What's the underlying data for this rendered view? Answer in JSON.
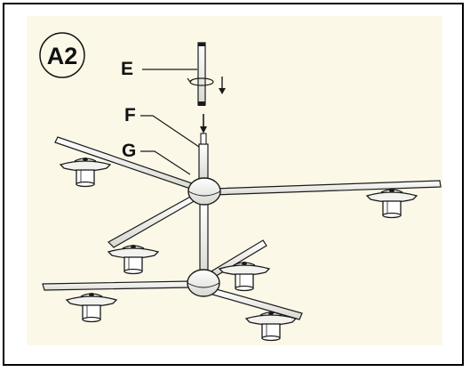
{
  "step": {
    "label": "A2"
  },
  "callouts": [
    {
      "id": "E",
      "text": "E"
    },
    {
      "id": "F",
      "text": "F"
    },
    {
      "id": "G",
      "text": "G"
    }
  ],
  "colors": {
    "background_panel": "#fcf8e8",
    "line": "#1a1a1a",
    "metal": "#f0f0ec"
  }
}
